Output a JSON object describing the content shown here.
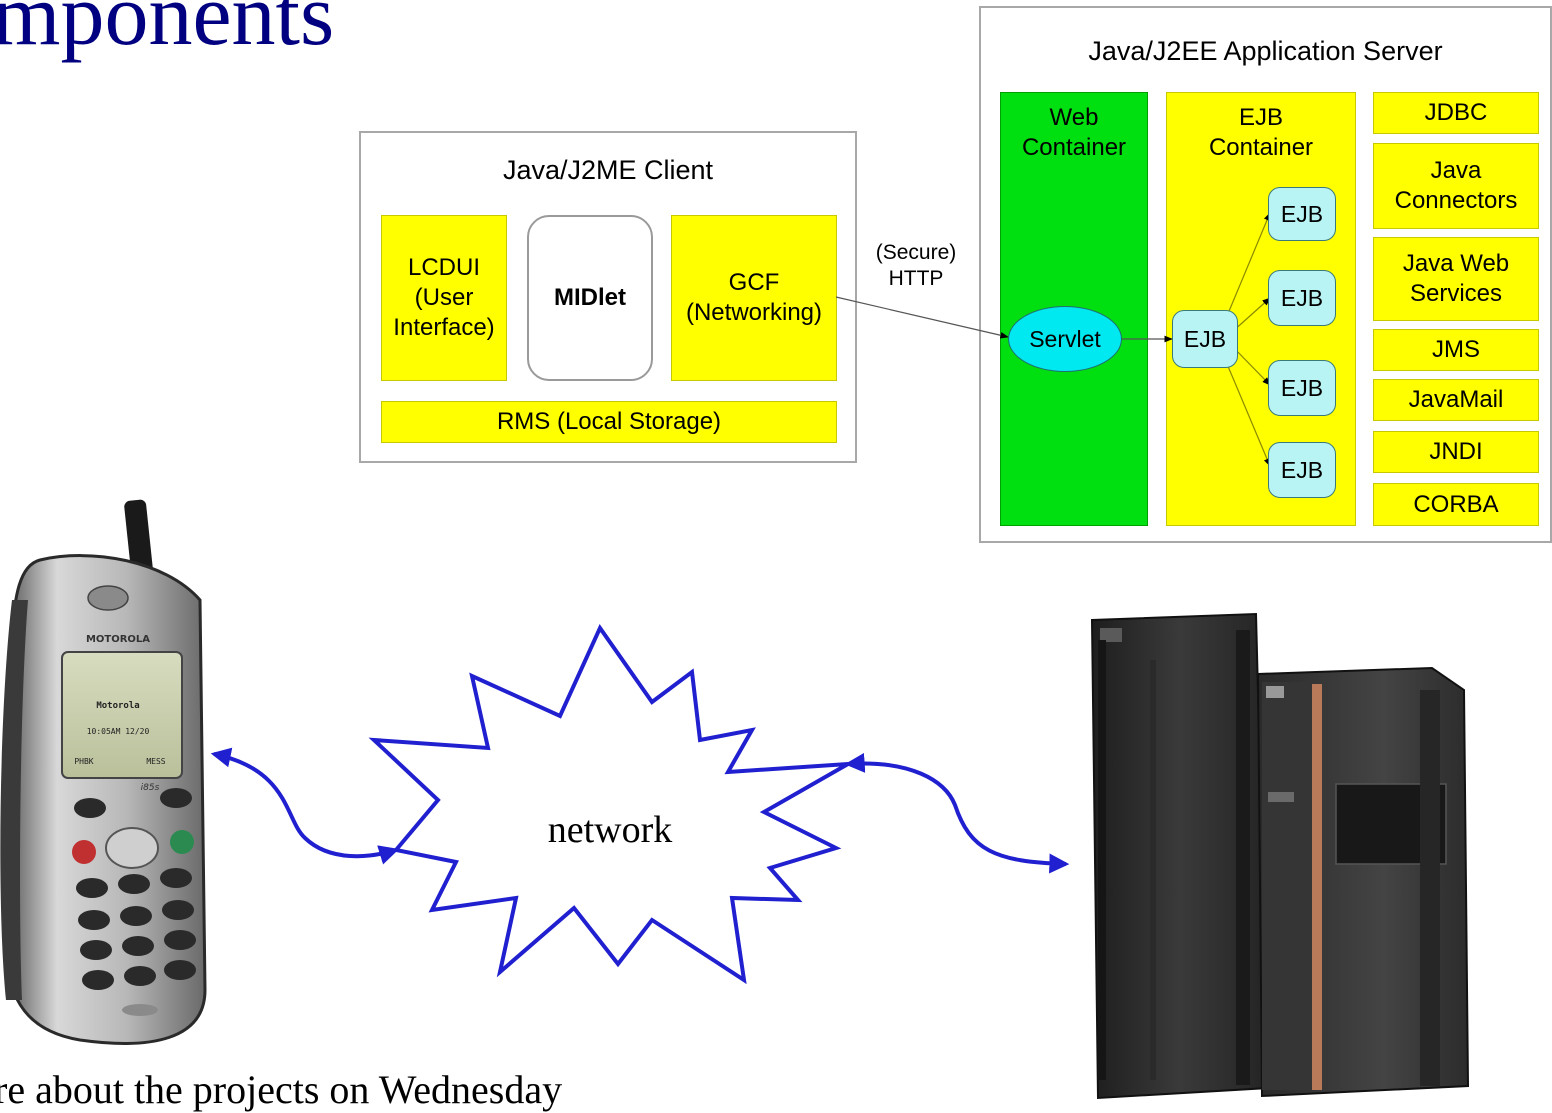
{
  "slide": {
    "title": "mponents",
    "footer": "re about the projects on Wednesday"
  },
  "client": {
    "title": "Java/J2ME Client",
    "lcdui": "LCDUI\n(User\nInterface)",
    "midlet": "MIDlet",
    "gcf": "GCF\n(Networking)",
    "rms": "RMS (Local Storage)"
  },
  "connection": {
    "label": "(Secure)\nHTTP"
  },
  "server": {
    "title": "Java/J2EE Application Server",
    "web_container": "Web\nContainer",
    "servlet": "Servlet",
    "ejb_container": "EJB\nContainer",
    "ejb_main": "EJB",
    "ejb_nodes": [
      "EJB",
      "EJB",
      "EJB",
      "EJB"
    ],
    "services": [
      "JDBC",
      "Java\nConnectors",
      "Java Web\nServices",
      "JMS",
      "JavaMail",
      "JNDI",
      "CORBA"
    ]
  },
  "network": {
    "label": "network"
  },
  "phone": {
    "brand": "MOTOROLA",
    "screen_name": "Motorola",
    "screen_time": "10:05AM 12/20",
    "softkey_left": "PHBK",
    "softkey_right": "MESS",
    "model": "i85s"
  },
  "colors": {
    "title": "#000080",
    "component_fill": "#ffff00",
    "web_container_fill": "#00e010",
    "ejb_fill": "#b8f4f4",
    "servlet_fill": "#00e8f0",
    "network_arrows": "#2020d0"
  }
}
